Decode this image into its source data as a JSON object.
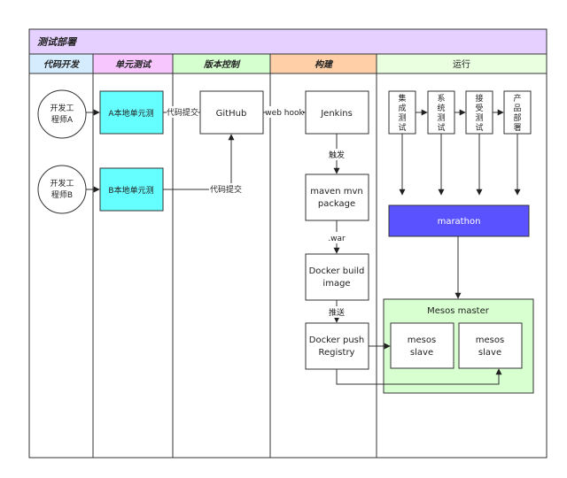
{
  "diagram": {
    "title": "测试部署",
    "lanes": {
      "dev": "代码开发",
      "unit": "单元测试",
      "vcs": "版本控制",
      "build": "构建",
      "run": "运行"
    },
    "nodes": {
      "engineer_a": [
        "开发工",
        "程师A"
      ],
      "engineer_b": [
        "开发工",
        "程师B"
      ],
      "unit_a": "A本地单元测",
      "unit_b": "B本地单元测",
      "github": "GitHub",
      "jenkins": "Jenkins",
      "maven": [
        "maven mvn",
        "package"
      ],
      "docker_build": [
        "Docker build",
        "image"
      ],
      "docker_push": [
        "Docker push",
        "Registry"
      ],
      "integration_test": [
        "集",
        "成",
        "测",
        "试"
      ],
      "system_test": [
        "系",
        "统",
        "测",
        "试"
      ],
      "acceptance_test": [
        "接",
        "受",
        "测",
        "试"
      ],
      "production_deploy": [
        "产",
        "品",
        "部",
        "署"
      ],
      "marathon": "marathon",
      "mesos_master": "Mesos master",
      "mesos_slave_1": [
        "mesos",
        "slave"
      ],
      "mesos_slave_2": [
        "mesos",
        "slave"
      ]
    },
    "edge_labels": {
      "commit_a": "代码提交",
      "commit_b": "代码提交",
      "webhook": "web hook",
      "trigger": "触发",
      "war": ".war",
      "push": "推送"
    },
    "colors": {
      "title_bar": "#e6d0ff",
      "lane_dev": "#d5ecff",
      "lane_unit": "#f7c6ff",
      "lane_vcs": "#d6ffd0",
      "lane_build": "#ffd0a8",
      "lane_run": "#eaffe0",
      "unit_box": "#66ffff",
      "marathon": "#5b52ff",
      "mesos_group": "#d8ffd0"
    }
  }
}
